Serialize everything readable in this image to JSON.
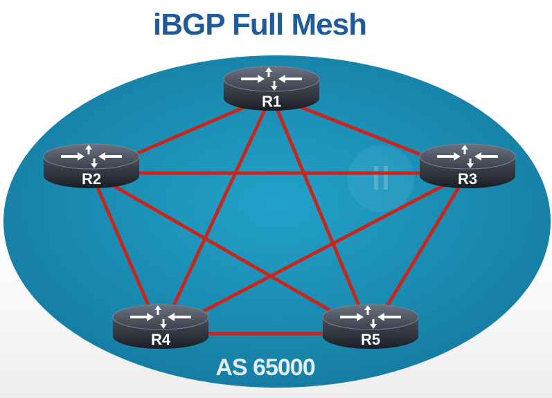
{
  "title": "iBGP Full Mesh",
  "as_label": "AS 65000",
  "routers": [
    {
      "id": "R1",
      "label": "R1"
    },
    {
      "id": "R2",
      "label": "R2"
    },
    {
      "id": "R3",
      "label": "R3"
    },
    {
      "id": "R4",
      "label": "R4"
    },
    {
      "id": "R5",
      "label": "R5"
    }
  ],
  "links": [
    [
      "R1",
      "R2"
    ],
    [
      "R1",
      "R3"
    ],
    [
      "R1",
      "R4"
    ],
    [
      "R1",
      "R5"
    ],
    [
      "R2",
      "R3"
    ],
    [
      "R2",
      "R4"
    ],
    [
      "R2",
      "R5"
    ],
    [
      "R3",
      "R4"
    ],
    [
      "R3",
      "R5"
    ],
    [
      "R4",
      "R5"
    ]
  ],
  "colors": {
    "title": "#1f5a9a",
    "as_area": "#1b8db5",
    "link": "#c8261c",
    "router_body": "#2e3440"
  },
  "icons": [
    "router-icon",
    "pause-icon"
  ]
}
